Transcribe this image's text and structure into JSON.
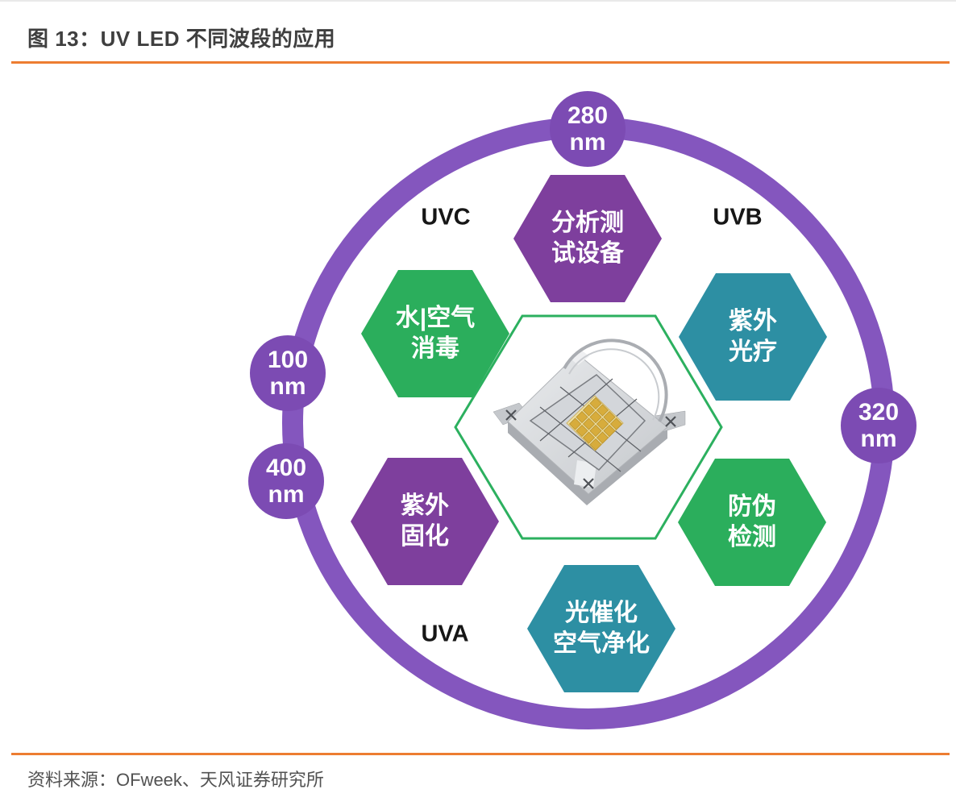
{
  "figure": {
    "title": "图 13：UV LED 不同波段的应用",
    "source": "资料来源：OFweek、天风证券研究所"
  },
  "diagram": {
    "band_labels": {
      "uvc": "UVC",
      "uvb": "UVB",
      "uva": "UVA"
    },
    "wavelength_markers": [
      {
        "value": "280",
        "unit": "nm",
        "position": "top"
      },
      {
        "value": "100",
        "unit": "nm",
        "position": "left-upper"
      },
      {
        "value": "400",
        "unit": "nm",
        "position": "left-lower"
      },
      {
        "value": "320",
        "unit": "nm",
        "position": "right"
      }
    ],
    "applications": [
      {
        "label": "分析测试设备",
        "line1": "分析测",
        "line2": "试设备",
        "color": "purple"
      },
      {
        "label": "水|空气消毒",
        "line1": "水|空气",
        "line2": "消毒",
        "color": "green"
      },
      {
        "label": "紫外光疗",
        "line1": "紫外",
        "line2": "光疗",
        "color": "teal"
      },
      {
        "label": "紫外固化",
        "line1": "紫外",
        "line2": "固化",
        "color": "purple"
      },
      {
        "label": "防伪检测",
        "line1": "防伪",
        "line2": "检测",
        "color": "green"
      },
      {
        "label": "光催化空气净化",
        "line1": "光催化",
        "line2": "空气净化",
        "color": "teal"
      }
    ],
    "center_image": "uv-led-chip-package",
    "colors": {
      "ring_purple": "#8456BE",
      "marker_purple": "#7C4BB3",
      "hex_purple": "#7E3F9D",
      "hex_green": "#2BAE5C",
      "hex_teal": "#2D8FA3",
      "center_outline_green": "#2CB05F",
      "rule_orange": "#ED7D31"
    }
  }
}
